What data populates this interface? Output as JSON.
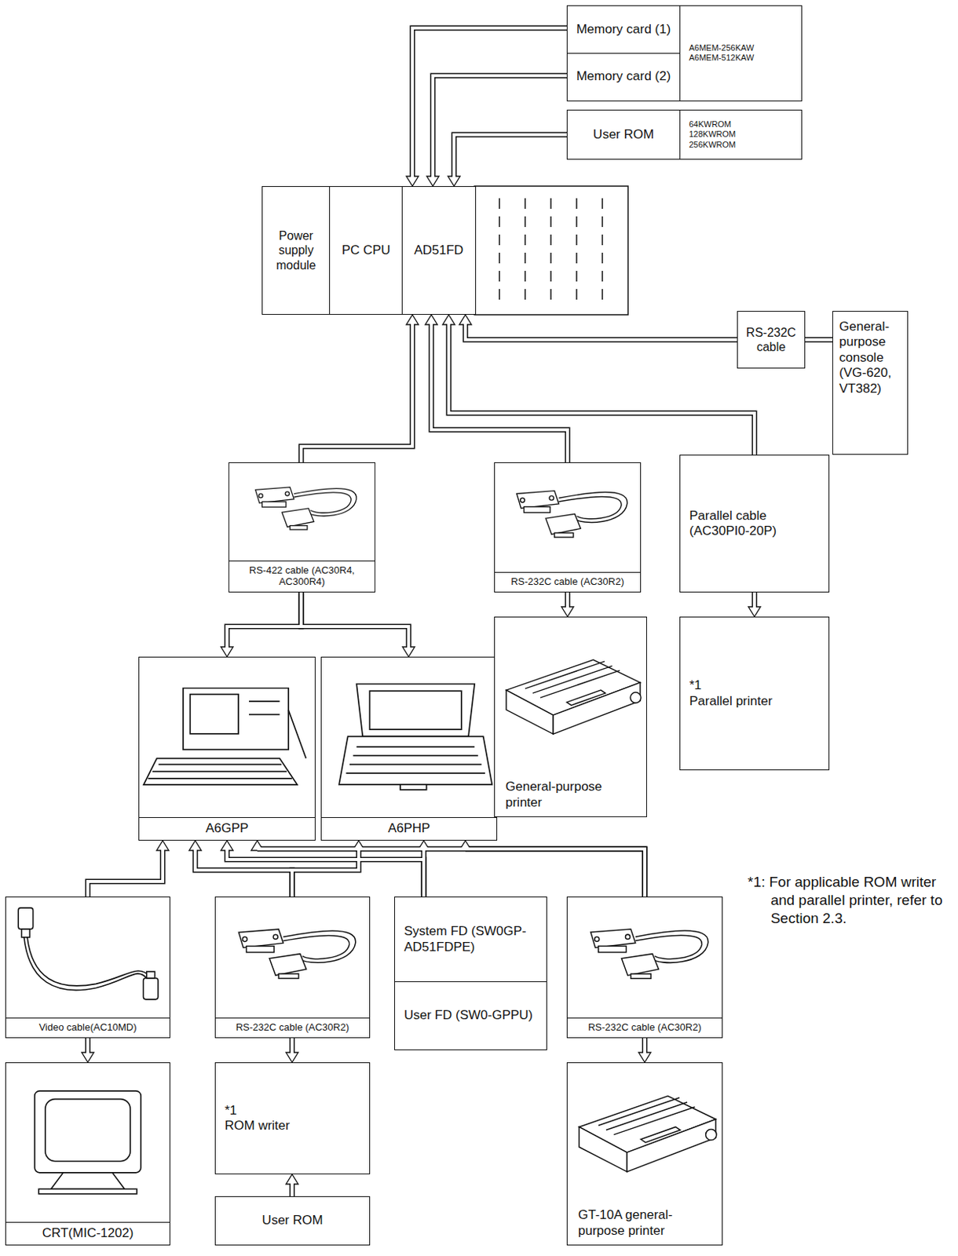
{
  "diagram": {
    "nodes": [
      {
        "text": [
          "Memory card (1)"
        ]
      },
      {
        "text": [
          "Memory card (2)"
        ]
      },
      {
        "text": [
          "A6MEM-256KAW",
          "A6MEM-512KAW"
        ]
      },
      {
        "text": [
          "User ROM"
        ]
      },
      {
        "text": [
          "64KWROM",
          "128KWROM",
          "256KWROM"
        ]
      },
      {
        "text": [
          "Power supply module"
        ]
      },
      {
        "text": [
          "PC CPU"
        ]
      },
      {
        "text": [
          "AD51FD"
        ]
      },
      {
        "text": [
          "RS-232C cable"
        ]
      },
      {
        "text": [
          "General-purpose console (VG-620, VT382)"
        ]
      },
      {
        "text": [
          "RS-422 cable (AC30R4, AC300R4)"
        ]
      },
      {
        "text": [
          "RS-232C cable (AC30R2)"
        ]
      },
      {
        "text": [
          "Parallel cable (AC30PI0-20P)"
        ]
      },
      {
        "text": [
          "A6GPP"
        ]
      },
      {
        "text": [
          "A6PHP"
        ]
      },
      {
        "text": [
          "General-purpose printer"
        ]
      },
      {
        "text": [
          "*1",
          "Parallel printer"
        ]
      },
      {
        "text": [
          "Video cable(AC10MD)"
        ]
      },
      {
        "text": [
          "RS-232C cable (AC30R2)"
        ]
      },
      {
        "text": [
          "System FD (SW0GP-AD51FDPE)"
        ]
      },
      {
        "text": [
          "User FD (SW0-GPPU)"
        ]
      },
      {
        "text": [
          "RS-232C cable (AC30R2)"
        ]
      },
      {
        "text": [
          "CRT(MIC-1202)"
        ]
      },
      {
        "text": [
          "*1",
          "ROM writer"
        ]
      },
      {
        "text": [
          "GT-10A general-purpose printer"
        ]
      },
      {
        "text": [
          "User ROM"
        ]
      }
    ],
    "edges": [
      {
        "from": 0,
        "to": 7,
        "arrow": "to"
      },
      {
        "from": 1,
        "to": 7,
        "arrow": "to"
      },
      {
        "from": 3,
        "to": 7,
        "arrow": "to"
      },
      {
        "from": 9,
        "to": 8,
        "arrow": "none"
      },
      {
        "from": 8,
        "to": 7,
        "arrow": "to"
      },
      {
        "from": 10,
        "to": 7,
        "arrow": "to"
      },
      {
        "from": 11,
        "to": 7,
        "arrow": "to"
      },
      {
        "from": 12,
        "to": 7,
        "arrow": "to"
      },
      {
        "from": 10,
        "to": 13,
        "arrow": "to"
      },
      {
        "from": 10,
        "to": 14,
        "arrow": "to"
      },
      {
        "from": 11,
        "to": 15,
        "arrow": "to"
      },
      {
        "from": 12,
        "to": 16,
        "arrow": "to"
      },
      {
        "from": 17,
        "to": 13,
        "arrow": "to"
      },
      {
        "from": 17,
        "to": 22,
        "arrow": "to"
      },
      {
        "from": 18,
        "to": 13,
        "arrow": "to"
      },
      {
        "from": 18,
        "to": 14,
        "arrow": "to"
      },
      {
        "from": 18,
        "to": 23,
        "arrow": "to"
      },
      {
        "from": 19,
        "to": 13,
        "arrow": "to"
      },
      {
        "from": 19,
        "to": 14,
        "arrow": "to"
      },
      {
        "from": 21,
        "to": 13,
        "arrow": "to"
      },
      {
        "from": 21,
        "to": 14,
        "arrow": "to"
      },
      {
        "from": 21,
        "to": 24,
        "arrow": "to"
      },
      {
        "from": 25,
        "to": 23,
        "arrow": "to"
      }
    ],
    "labels": [
      "*1: For applicable ROM writer and parallel printer, refer to Section 2.3."
    ]
  }
}
